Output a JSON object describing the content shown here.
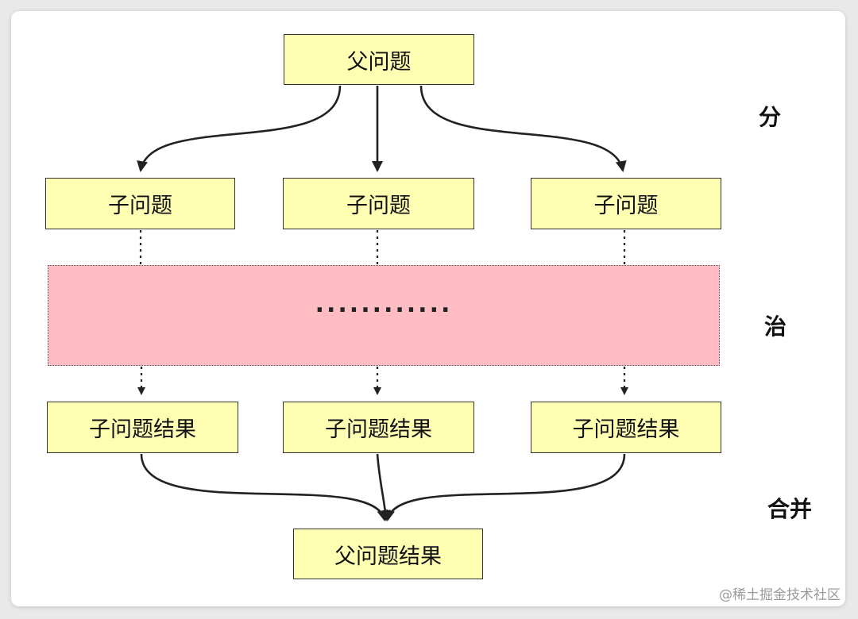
{
  "diagram": {
    "parent_problem": "父问题",
    "sub_problems": [
      "子问题",
      "子问题",
      "子问题"
    ],
    "solve_ellipsis": "............",
    "sub_results": [
      "子问题结果",
      "子问题结果",
      "子问题结果"
    ],
    "parent_result": "父问题结果",
    "stages": {
      "divide": "分",
      "conquer": "治",
      "combine": "合并"
    }
  },
  "watermark": "@稀土掘金技术社区"
}
